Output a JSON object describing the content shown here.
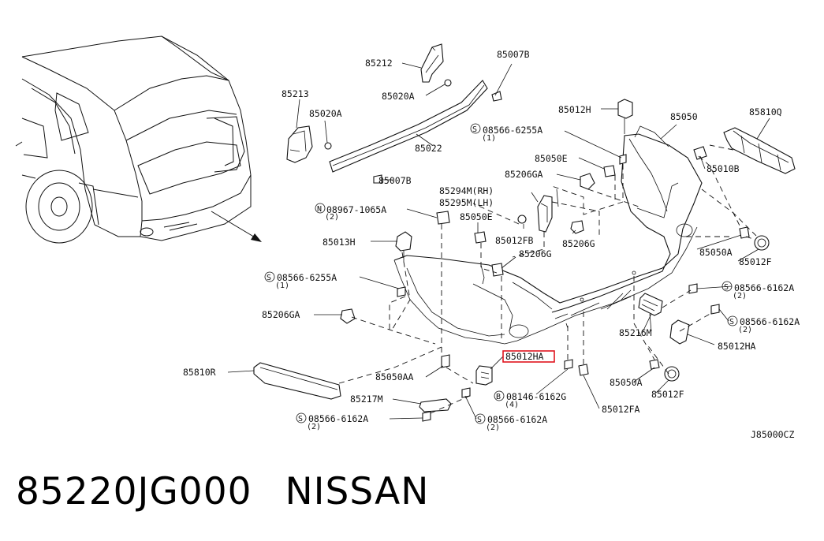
{
  "diagram": {
    "ref_code": "J85000CZ",
    "highlighted_part": "85012HA",
    "highlight_color": "#e0141e",
    "labels": {
      "p85212": "85212",
      "p85007b_top": "85007B",
      "p85213": "85213",
      "p85020a_left": "85020A",
      "p85020a_mid": "85020A",
      "p85022": "85022",
      "p85007b_bot": "85007B",
      "p85012h": "85012H",
      "p85050": "85050",
      "p85810q": "85810Q",
      "p08566_6255a_top": "08566-6255A",
      "p08566_6255a_top_qty": "(1)",
      "p85050e_right": "85050E",
      "p85010b": "85010B",
      "p85206ga_top": "85206GA",
      "p85294m": "85294M(RH)",
      "p85295m": "85295M(LH)",
      "p08967_1065a": "08967-1065A",
      "p08967_1065a_qty": "(2)",
      "p85050e_mid": "85050E",
      "p85012fb": "85012FB",
      "p85206g_right": "85206G",
      "p85050a_right": "85050A",
      "p85012f_right": "85012F",
      "p85013h": "85013H",
      "p85206g_mid": "85206G",
      "p08566_6255a_left": "08566-6255A",
      "p08566_6255a_left_qty": "(1)",
      "p08566_6162a_r1": "08566-6162A",
      "p08566_6162a_r1_qty": "(2)",
      "p85206ga_left": "85206GA",
      "p08566_6162a_r2": "08566-6162A",
      "p08566_6162a_r2_qty": "(2)",
      "p85216m": "85216M",
      "p85012ha_right": "85012HA",
      "p85012ha_hl": "85012HA",
      "p85810r": "85810R",
      "p85050aa": "85050AA",
      "p85050a_bot": "85050A",
      "p85012f_bot": "85012F",
      "p85217m": "85217M",
      "p08146_6162g": "08146-6162G",
      "p08146_6162g_qty": "(4)",
      "p85012fa": "85012FA",
      "p08566_6162a_bl": "08566-6162A",
      "p08566_6162a_bl_qty": "(2)",
      "p08566_6162a_bm": "08566-6162A",
      "p08566_6162a_bm_qty": "(2)"
    }
  },
  "caption": {
    "part_number": "85220JG000",
    "brand": "NISSAN"
  }
}
